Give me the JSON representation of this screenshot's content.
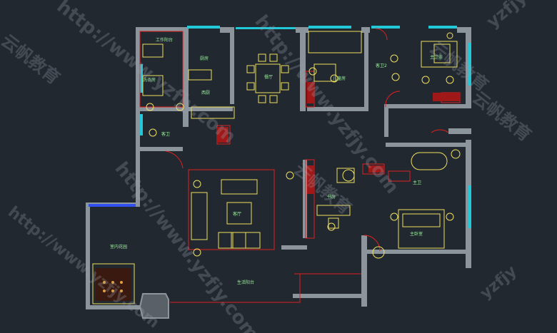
{
  "plan": {
    "rooms": {
      "work_balcony": "工作阳台",
      "kitchen": "厨房",
      "dining": "餐厅",
      "west_kitchen": "西厨",
      "guest_bath": "客卫",
      "laundry": "洗衣房",
      "children_room": "儿童房",
      "bath_2": "客卫2",
      "master_bath": "主卫浴",
      "living_room": "客厅",
      "study": "书房",
      "master_bath_2": "主卫",
      "master_bedroom": "主卧室",
      "indoor_garden": "室内花园",
      "living_balcony": "生活阳台"
    }
  },
  "watermark": {
    "url": "http://www.yzfjy.com",
    "brand": "云帆教育",
    "short": "yzfjy"
  },
  "colors": {
    "background": "#212830",
    "wall": "#8c949c",
    "furniture": "#f0e060",
    "red_line": "#e02020",
    "green_label": "#9cf09c",
    "cyan_window": "#20c8d8",
    "blue_window": "#3050f0"
  }
}
